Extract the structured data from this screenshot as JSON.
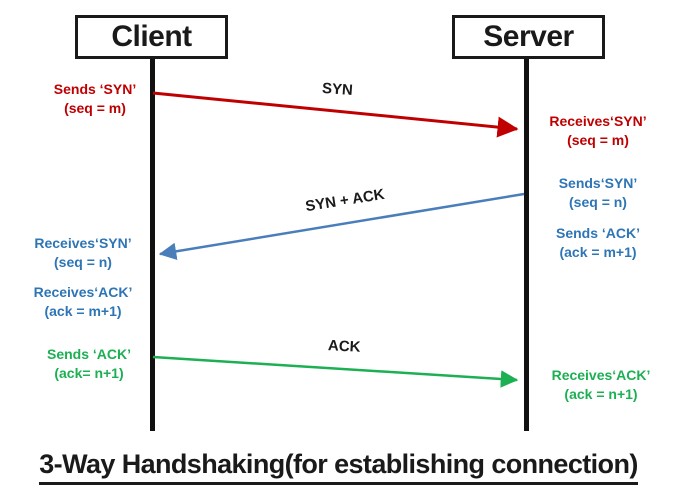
{
  "diagram": {
    "title": "3-Way Handshaking(for establishing connection)",
    "client_label": "Client",
    "server_label": "Server",
    "colors": {
      "syn_red": "#c00000",
      "synack_blue": "#4a7ebb",
      "ack_green": "#1cb053"
    },
    "messages": [
      {
        "label": "SYN",
        "from": "Client",
        "to": "Server"
      },
      {
        "label": "SYN + ACK",
        "from": "Server",
        "to": "Client"
      },
      {
        "label": "ACK",
        "from": "Client",
        "to": "Server"
      }
    ],
    "annotations": {
      "client_sends_syn": {
        "line1": "Sends ‘SYN’",
        "line2": "(seq = m)"
      },
      "server_receives_syn": {
        "line1": "Receives‘SYN’",
        "line2": "(seq = m)"
      },
      "server_sends_syn": {
        "line1": "Sends‘SYN’",
        "line2": "(seq = n)"
      },
      "server_sends_ack": {
        "line1": "Sends ‘ACK’",
        "line2": "(ack = m+1)"
      },
      "client_receives_syn": {
        "line1": "Receives‘SYN’",
        "line2": "(seq = n)"
      },
      "client_receives_ack": {
        "line1": "Receives‘ACK’",
        "line2": "(ack = m+1)"
      },
      "client_sends_ack": {
        "line1": "Sends ‘ACK’",
        "line2": "(ack= n+1)"
      },
      "server_receives_ack": {
        "line1": "Receives‘ACK’",
        "line2": "(ack = n+1)"
      }
    }
  }
}
